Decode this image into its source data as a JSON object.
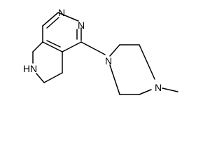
{
  "molecule": {
    "atoms": {
      "n_pyrimidine_top": "N",
      "n_pyrimidine_right": "N",
      "n_piperazine_left": "N",
      "n_piperazine_right": "N",
      "nh_tetrahydropyridine": "HN"
    },
    "colors": {
      "bond": "#000000",
      "label": "#000000",
      "background": "#ffffff"
    }
  }
}
